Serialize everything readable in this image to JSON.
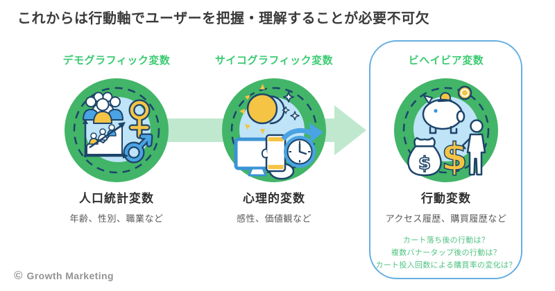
{
  "title": "これからは行動軸でユーザーを把握・理解することが必要不可欠",
  "columns": [
    {
      "label": "デモグラフィック変数",
      "heading": "人口統計変数",
      "sub": "年齢、性別、職業など",
      "icons": [
        "people-group-icon",
        "female-symbol-icon",
        "male-symbol-icon",
        "growth-chart-icon"
      ]
    },
    {
      "label": "サイコグラフィック変数",
      "heading": "心理的変数",
      "sub": "感性、価値観など",
      "icons": [
        "moon-stars-icon",
        "monitor-icon",
        "phone-in-hand-icon",
        "clock-refresh-icon"
      ]
    },
    {
      "label": "ビヘイビア変数",
      "heading": "行動変数",
      "sub": "アクセス履歴、購買履歴など",
      "icons": [
        "coin-icon",
        "piggy-bank-icon",
        "money-bag-icon",
        "dollar-sign-icon",
        "person-icon"
      ],
      "questions": [
        "カート落ち後の行動は？",
        "複数バナータップ後の行動は？",
        "カート投入回数による購買率の変化は？"
      ]
    }
  ],
  "footer": {
    "copyright_symbol": "©",
    "brand": "Growth Marketing"
  },
  "colors": {
    "label_green": "#3bcb72",
    "question_green": "#4fc382",
    "circle_green": "#42b568",
    "inner_light_blue": "#bfe3f7",
    "outline_navy": "#1d4469",
    "accent_blue": "#4aa3e3",
    "accent_yellow": "#f5c445",
    "arrow_light_green": "#bfe8cf",
    "box_border_blue": "#66afe0",
    "title_dark": "#3a3a3a",
    "sub_gray": "#585858",
    "logo_gray": "#939393"
  }
}
